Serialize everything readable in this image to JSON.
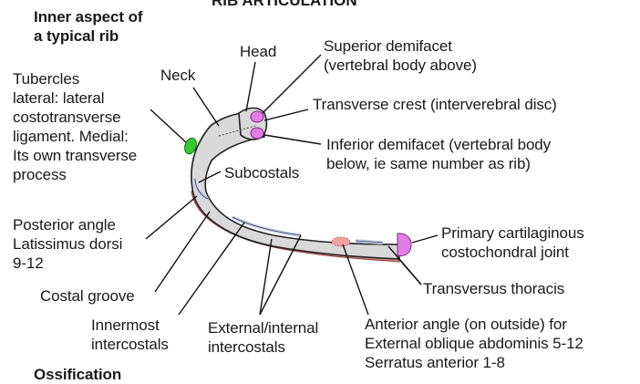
{
  "header": {
    "title_partial": "RIB ARTICULATION",
    "subtitle": "Inner aspect of\na typical rib",
    "footer": "Ossification"
  },
  "labels": {
    "head": "Head",
    "neck": "Neck",
    "superior_demifacet": "Superior demifacet\n(vertebral body above)",
    "transverse_crest": "Transverse crest (interverebral disc)",
    "inferior_demifacet": "Inferior demifacet (vertebral body\nbelow, ie same number as rib)",
    "tubercles": "Tubercles\nlateral: lateral\ncostotransverse\nligament. Medial:\nIts own transverse\nprocess",
    "subcostals": "Subcostals",
    "posterior_angle": "Posterior angle\nLatissimus dorsi\n9-12",
    "costal_groove": "Costal groove",
    "innermost_intercostals": "Innermost\nintercostals",
    "external_internal_intercostals": "External/internal\nintercostals",
    "anterior_angle": "Anterior angle (on outside) for\nExternal oblique abdominis 5-12\nSerratus anterior 1-8",
    "primary_cartilaginous": "Primary cartilaginous\ncostochondral joint",
    "transversus_thoracis": "Transversus thoracis"
  },
  "colors": {
    "bone_fill": "#d9d9d9",
    "outline": "#222222",
    "facet_magenta": "#e27ee6",
    "tubercle_green": "#33cc33",
    "costal_groove_red": "#e38b8b",
    "muscle_slot": "#c9d4ea"
  }
}
